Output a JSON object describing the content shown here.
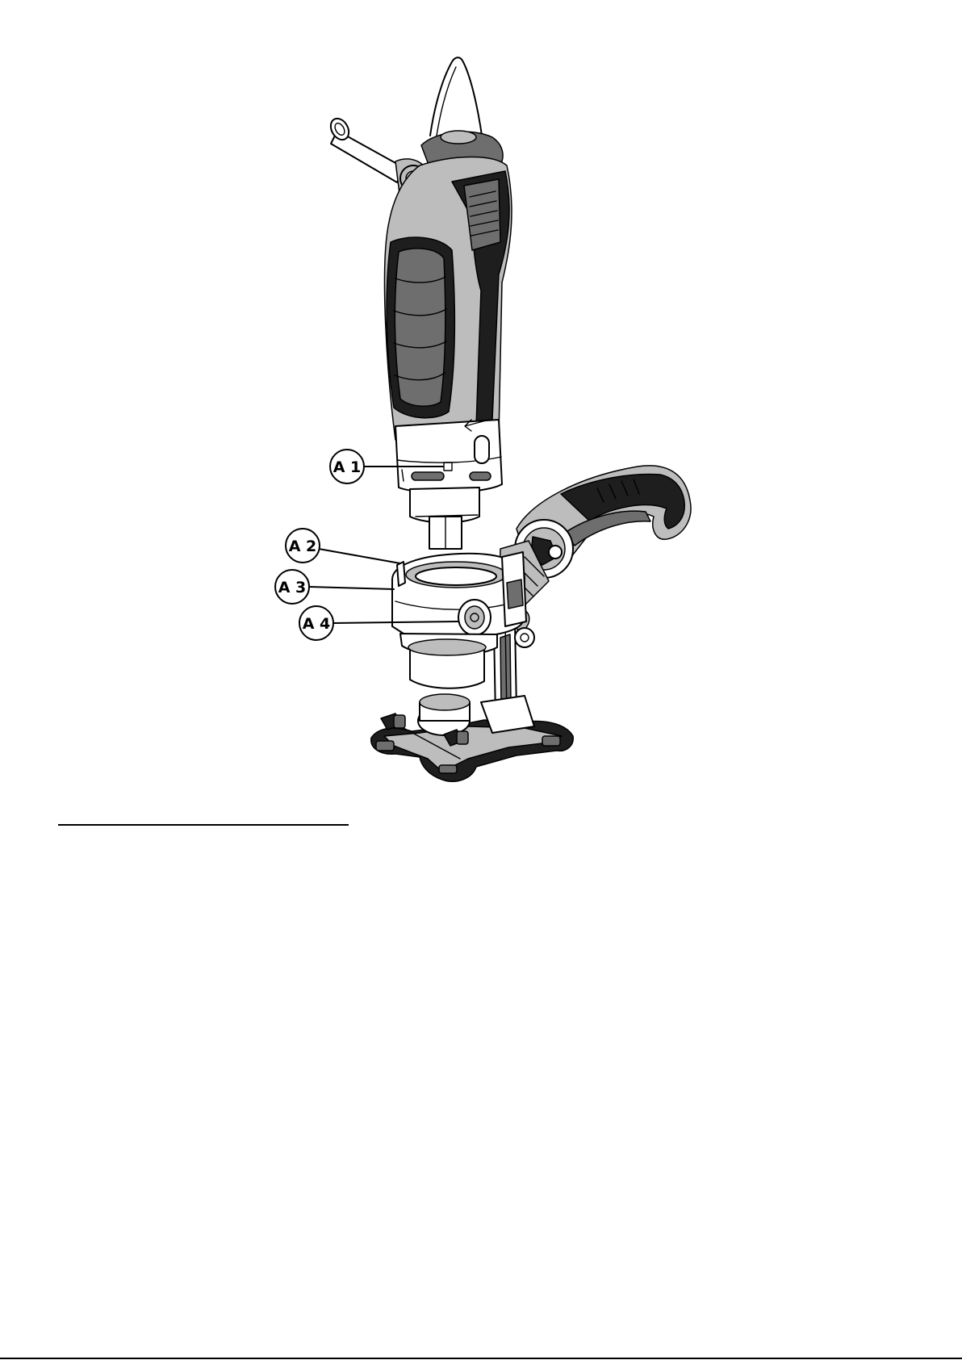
{
  "callouts": [
    {
      "id": "a1",
      "label": "A 1"
    },
    {
      "id": "a2",
      "label": "A 2"
    },
    {
      "id": "a3",
      "label": "A 3"
    },
    {
      "id": "a4",
      "label": "A 4"
    }
  ],
  "colors": {
    "ink": "#000000",
    "dark_fill": "#1e1e1e",
    "mid_fill": "#6e6e6e",
    "light_fill": "#bdbdbd",
    "paper": "#ffffff"
  }
}
